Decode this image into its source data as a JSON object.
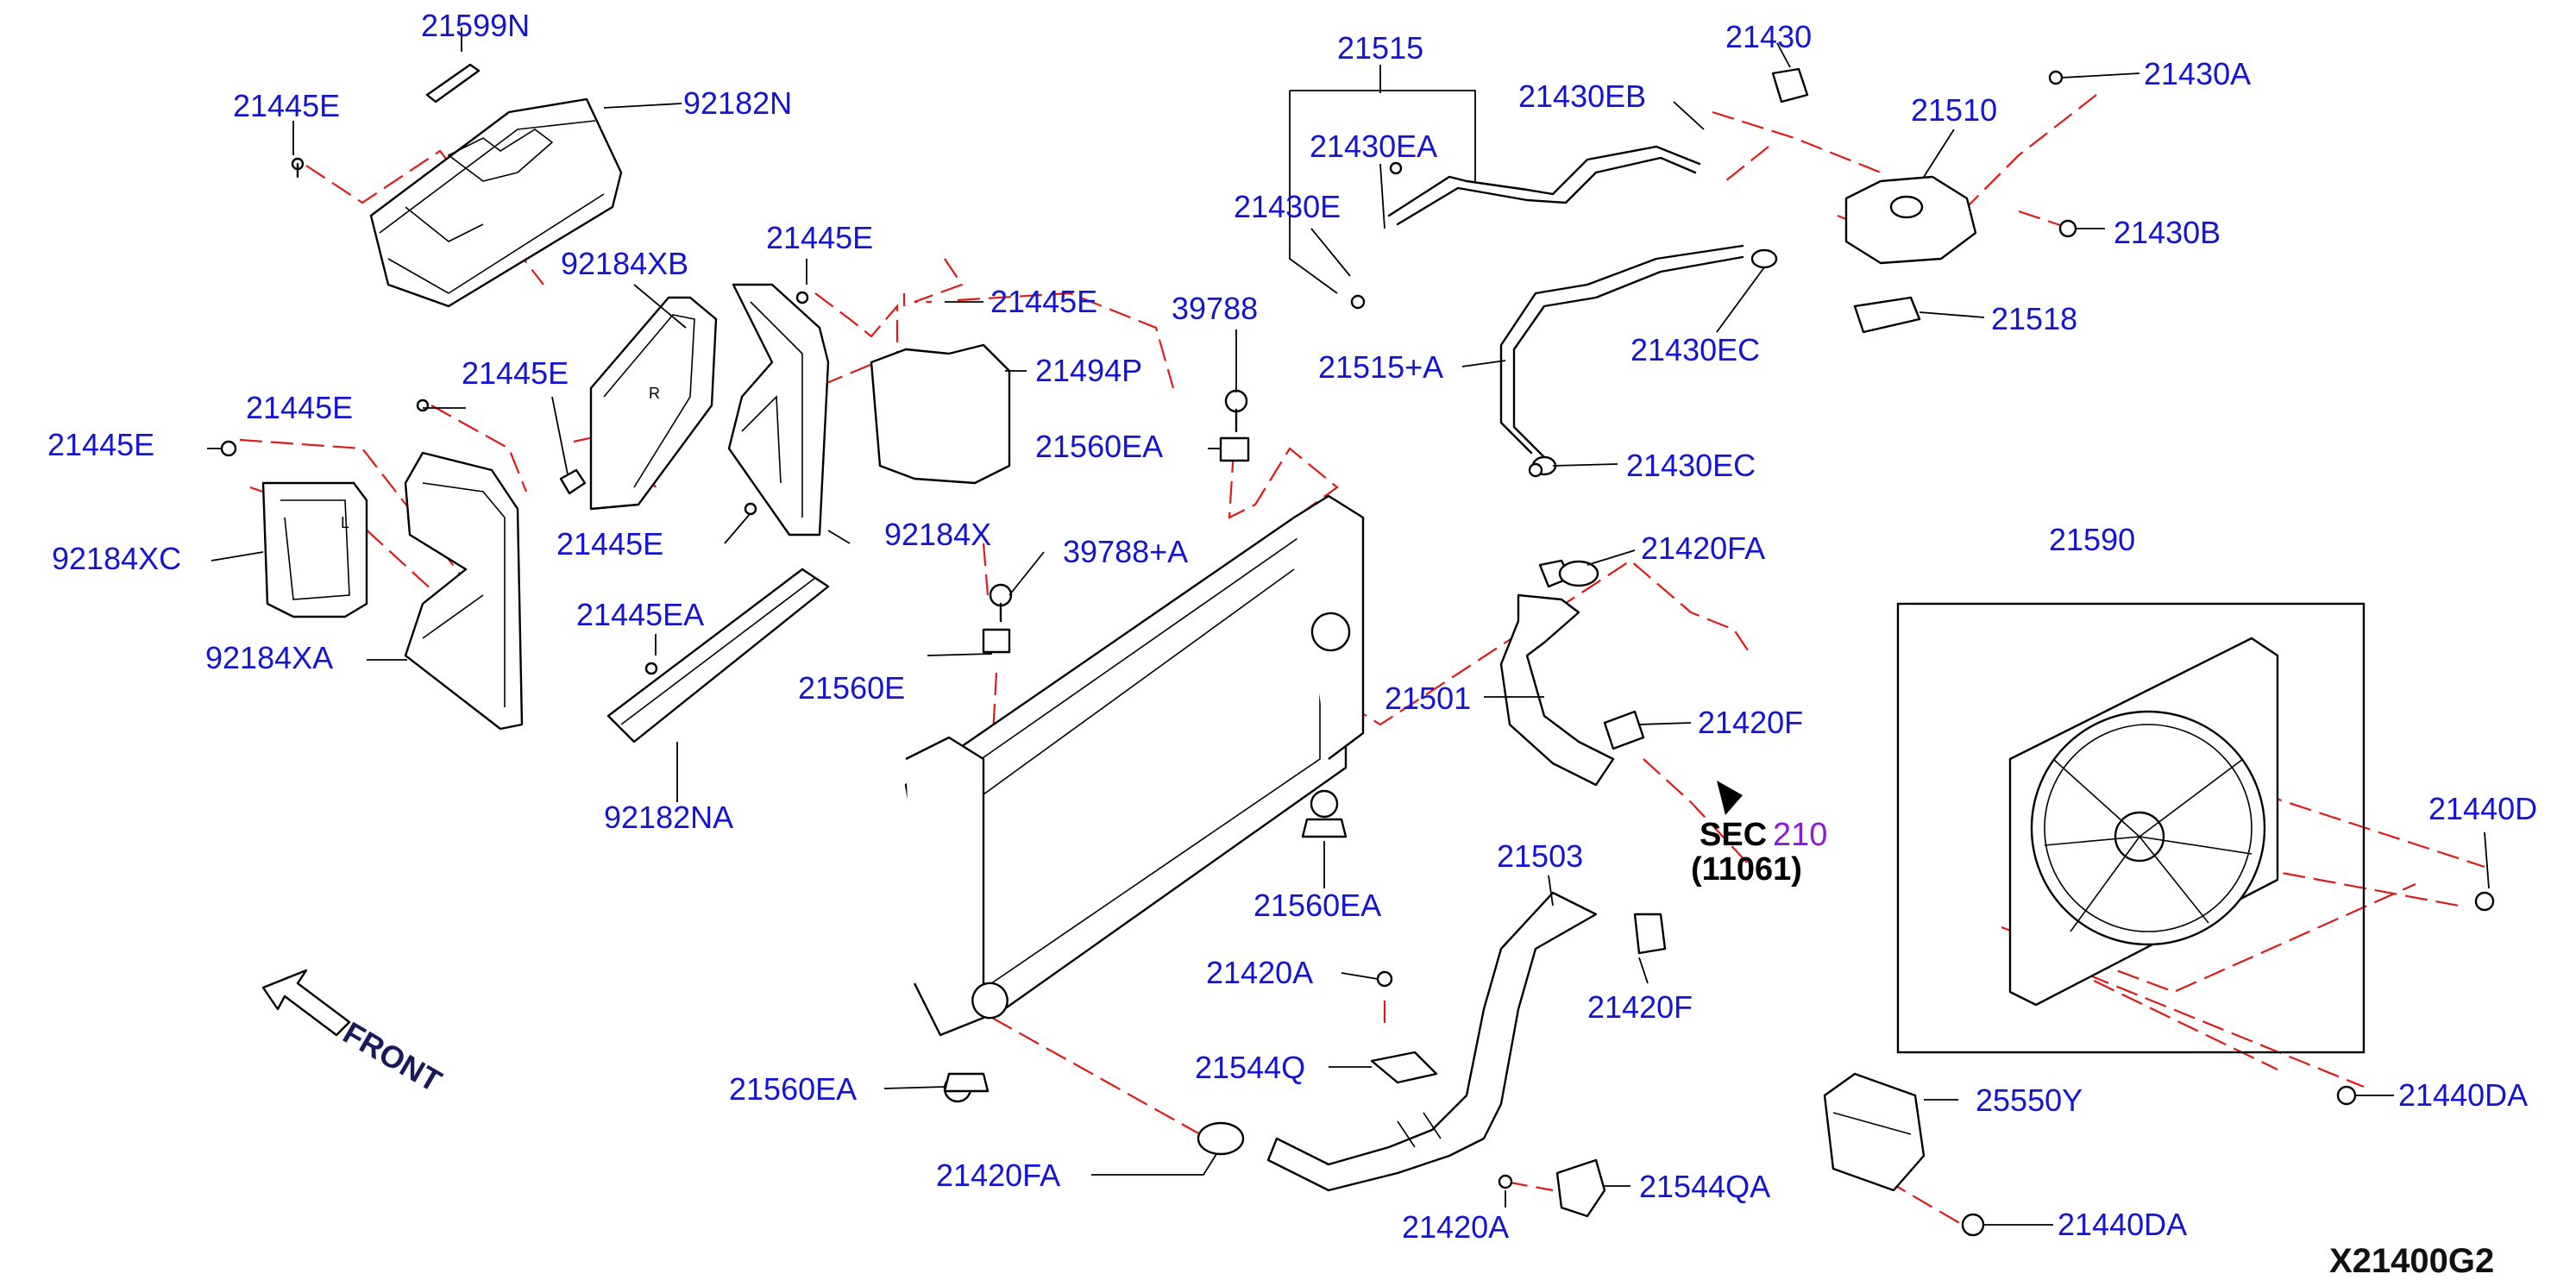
{
  "diagram": {
    "code": "X21400G2",
    "front_label": "FRONT",
    "sec_ref": {
      "prefix": "SEC",
      "number": "210",
      "sub": "(11061)"
    },
    "colors": {
      "label": "#1414d2",
      "dashed_line": "#e01818",
      "outline": "#000000",
      "sec_number": "#8b1ad6"
    },
    "labels": {
      "p21599N": "21599N",
      "p21445E_a": "21445E",
      "p92182N": "92182N",
      "p21515": "21515",
      "p21430EA": "21430EA",
      "p21430E": "21430E",
      "p21430EB": "21430EB",
      "p21430": "21430",
      "p21430A": "21430A",
      "p21510": "21510",
      "p21430B": "21430B",
      "p21518": "21518",
      "p21430EC_a": "21430EC",
      "p21430EC_b": "21430EC",
      "p21515A": "21515+A",
      "p92184XB": "92184XB",
      "p21445E_b": "21445E",
      "p21445E_c": "21445E",
      "p21445E_d": "21445E",
      "p21494P": "21494P",
      "p39788": "39788",
      "p21560EA_a": "21560EA",
      "p21445E_e": "21445E",
      "p21445E_f": "21445E",
      "p21445E_g": "21445E",
      "p92184XC": "92184XC",
      "p92184X": "92184X",
      "p39788A": "39788+A",
      "p21420FA_a": "21420FA",
      "p21590": "21590",
      "p92184XA": "92184XA",
      "p21445EA": "21445EA",
      "p21560E": "21560E",
      "p21501": "21501",
      "p21420F_a": "21420F",
      "p92182NA": "92182NA",
      "p21440D": "21440D",
      "p21503": "21503",
      "p21560EA_b": "21560EA",
      "p21420A_a": "21420A",
      "p21420F_b": "21420F",
      "p21544Q": "21544Q",
      "p21560EA_c": "21560EA",
      "p21440DA_a": "21440DA",
      "p25550Y": "25550Y",
      "p21420FA_b": "21420FA",
      "p21544QA": "21544QA",
      "p21420A_b": "21420A",
      "p21440DA_b": "21440DA"
    }
  }
}
